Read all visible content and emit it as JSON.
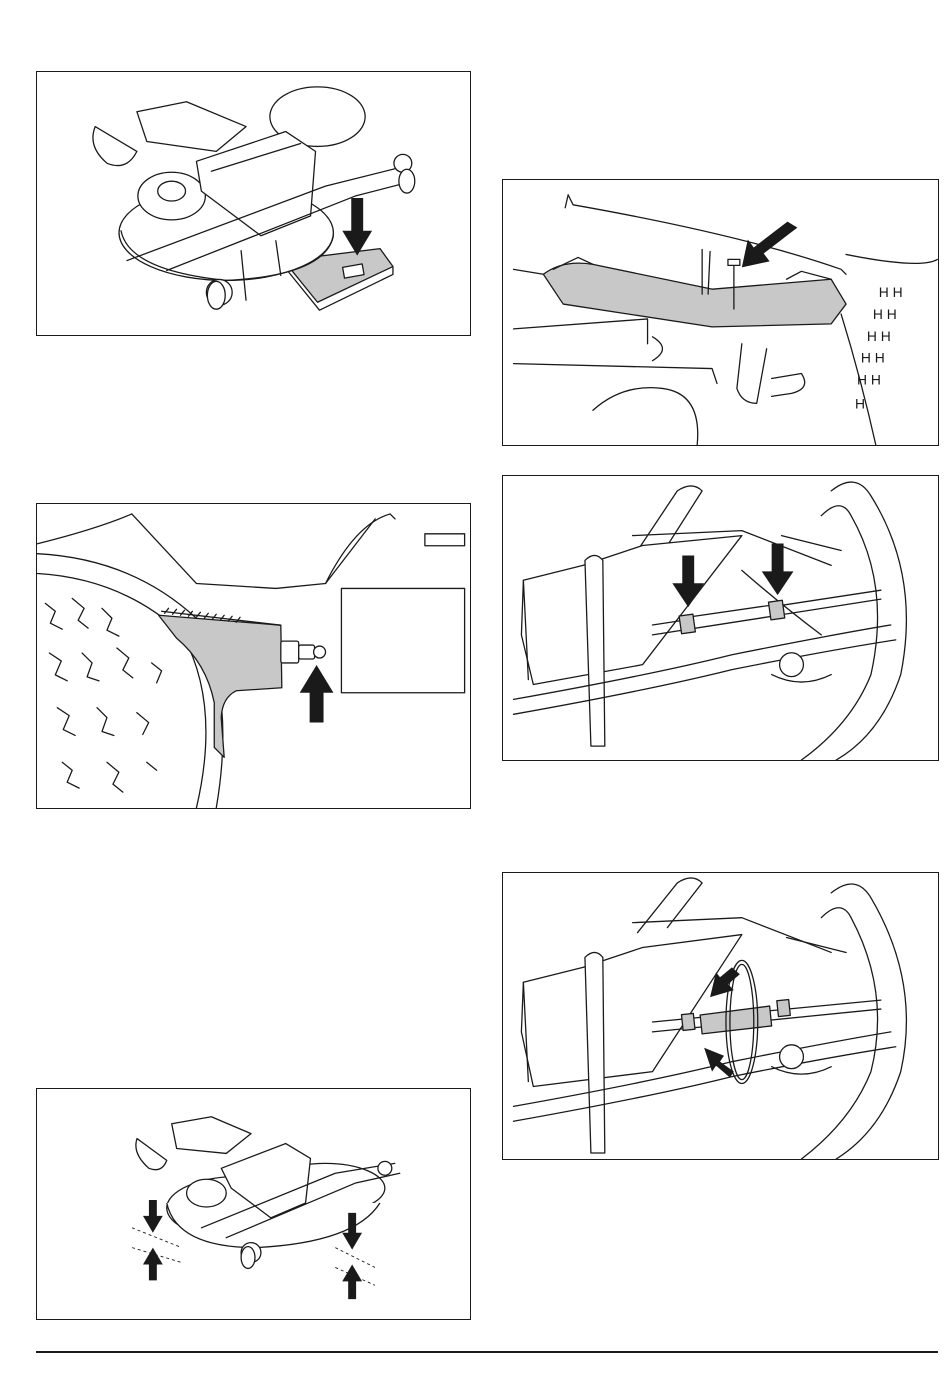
{
  "page": {
    "figures": [
      {
        "id": "fig1",
        "icon": "mower-deck-on-block-illustration"
      },
      {
        "id": "fig2",
        "icon": "deck-bracket-bolt-illustration"
      },
      {
        "id": "fig3",
        "icon": "deck-level-measure-illustration"
      },
      {
        "id": "fig4",
        "icon": "deck-lift-linkage-illustration"
      },
      {
        "id": "fig5",
        "icon": "adjuster-nuts-illustration"
      },
      {
        "id": "fig6",
        "icon": "adjuster-rotate-illustration"
      }
    ],
    "colors": {
      "line": "#1a1a1a",
      "fill": "#c8c8c8",
      "background": "#ffffff"
    }
  }
}
